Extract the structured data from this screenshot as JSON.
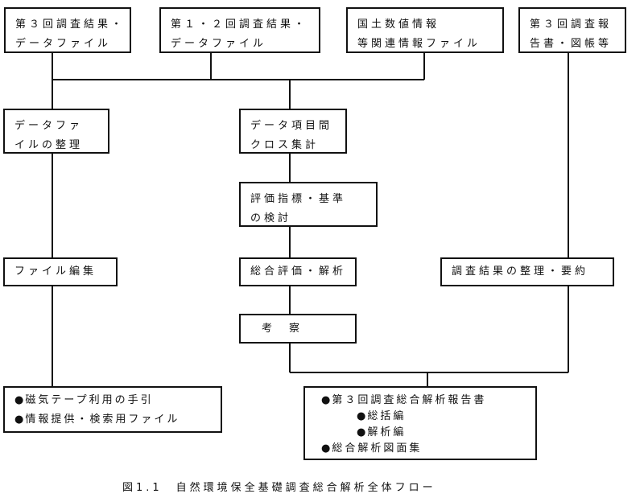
{
  "boxes": {
    "survey3_data": [
      "第３回調査結果・",
      "データファイル"
    ],
    "survey12_data": [
      "第１・２回調査結果・",
      "データファイル"
    ],
    "national_land": [
      "国土数値情報",
      "等関連情報ファイル"
    ],
    "survey3_report": [
      "第３回調査報",
      "告書・図帳等"
    ],
    "data_org": [
      "データファ",
      "イルの整理"
    ],
    "cross_tab": [
      "データ項目間",
      "クロス集計"
    ],
    "eval_index": [
      "評価指標・基準",
      "の検討"
    ],
    "file_edit": [
      "ファイル編集"
    ],
    "comprehensive_eval": [
      "総合評価・解析"
    ],
    "results_summary": [
      "調査結果の整理・要約"
    ],
    "consideration": [
      "考　察"
    ],
    "tape_guide": [
      "磁気テープ利用の手引",
      "情報提供・検索用ファイル"
    ],
    "final_report": [
      "第３回調査総合解析報告書",
      "総括編",
      "解析編",
      "総合解析図面集"
    ]
  },
  "caption": "図1.1　自然環境保全基礎調査総合解析全体フロー"
}
